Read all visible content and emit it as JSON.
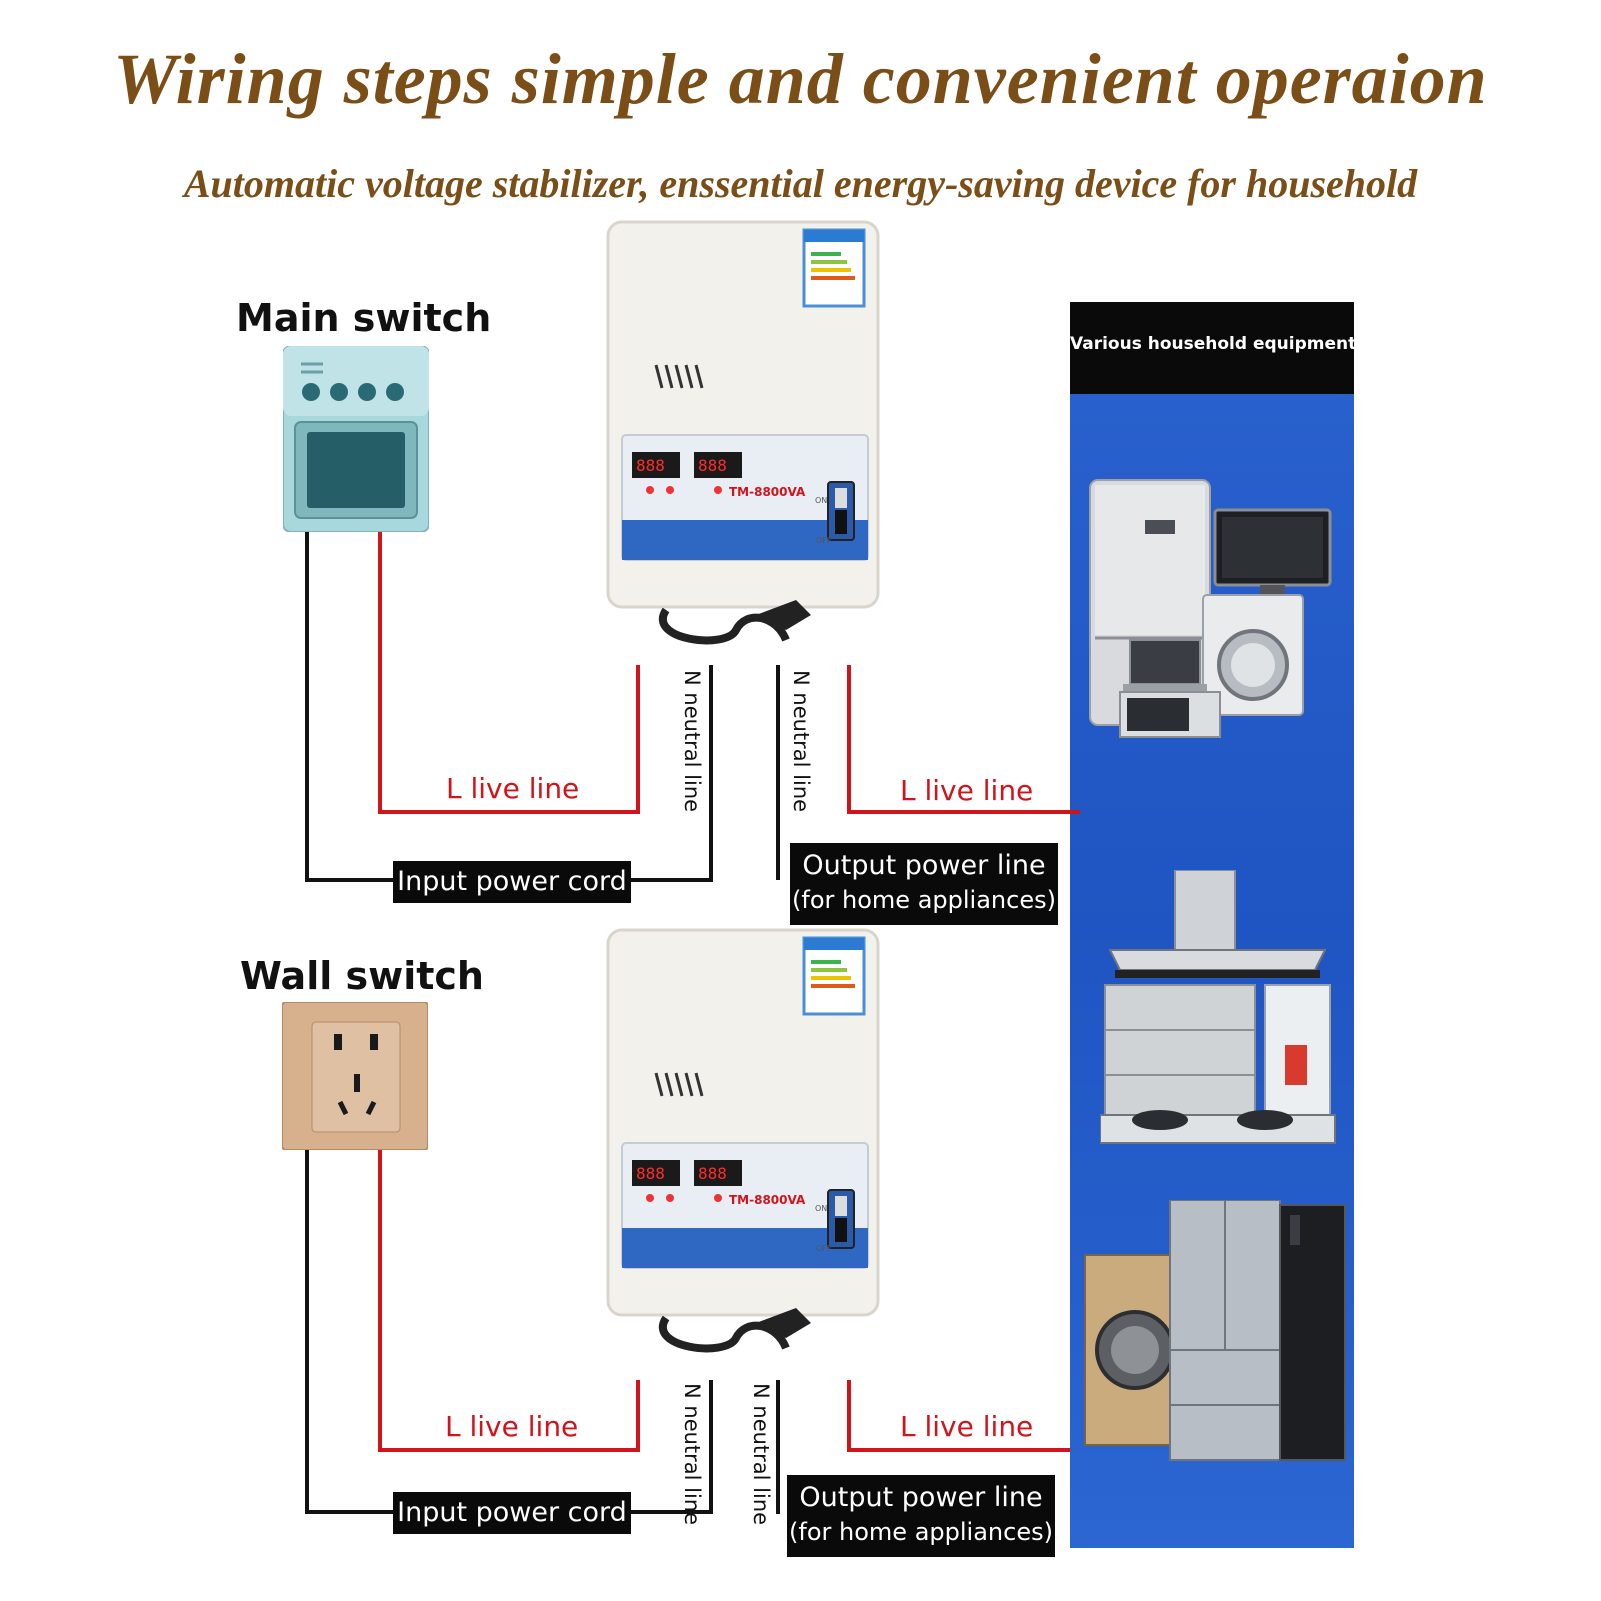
{
  "header": {
    "title": "Wiring steps simple and convenient operaion",
    "subtitle": "Automatic voltage stabilizer, enssential energy-saving device for household"
  },
  "device": {
    "model": "TM-8800VA",
    "on_label": "ON",
    "off_label": "OFF"
  },
  "top_diagram": {
    "source_label": "Main switch",
    "input_live": "L live line",
    "input_neutral": "N neutral line",
    "input_cord": "Input power cord",
    "output_neutral": "N neutral line",
    "output_live": "L live line",
    "output_line": "Output power line",
    "output_note": "(for home appliances)"
  },
  "bottom_diagram": {
    "source_label": "Wall switch",
    "input_live": "L live line",
    "input_neutral": "N neutral line",
    "input_cord": "Input power cord",
    "output_neutral": "N neutral line",
    "output_live": "L live line",
    "output_line": "Output power line",
    "output_note": "(for home appliances)"
  },
  "appliances_panel": {
    "title": "Various household equipment"
  },
  "colors": {
    "title_brown": "#7a4e16",
    "live_red": "#d1141c",
    "panel_blue": "#2560cc"
  }
}
